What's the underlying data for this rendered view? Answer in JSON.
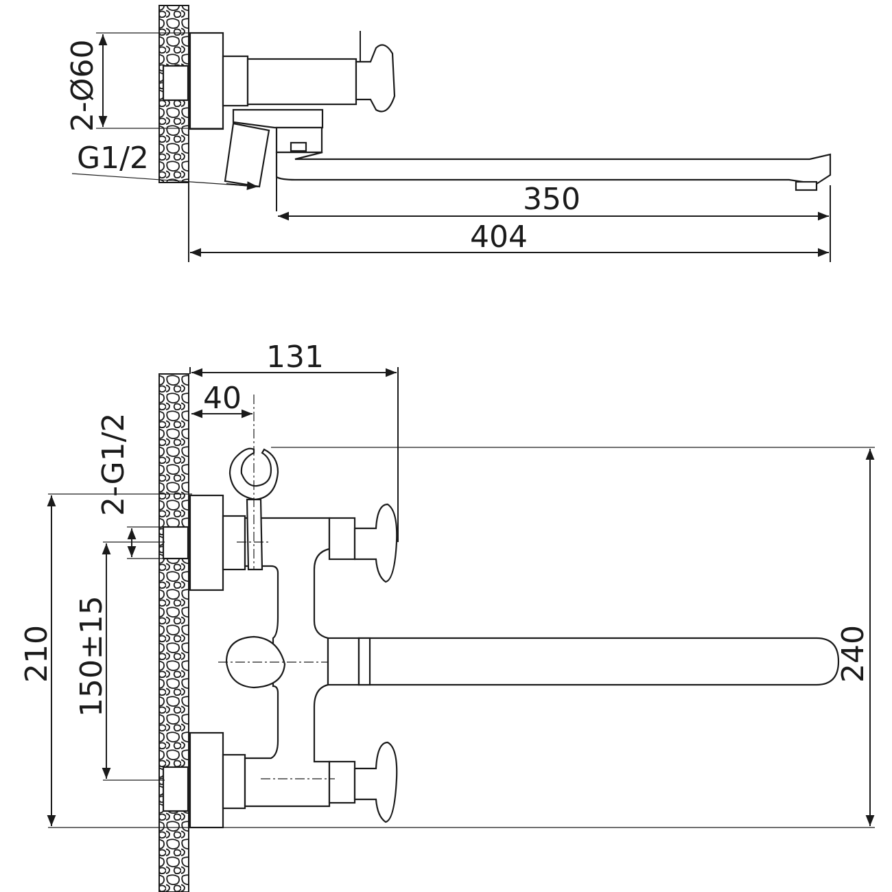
{
  "top_view": {
    "dim_flange_diameter": "2-Ø60",
    "dim_thread": "G1/2",
    "dim_spout_length": "350",
    "dim_total_length": "404"
  },
  "front_view": {
    "dim_handle_reach": "131",
    "dim_holder_offset": "40",
    "dim_inlet_thread": "2-G1/2",
    "dim_total_height_lower": "210",
    "dim_center_distance": "150±15",
    "dim_total_height": "240"
  }
}
